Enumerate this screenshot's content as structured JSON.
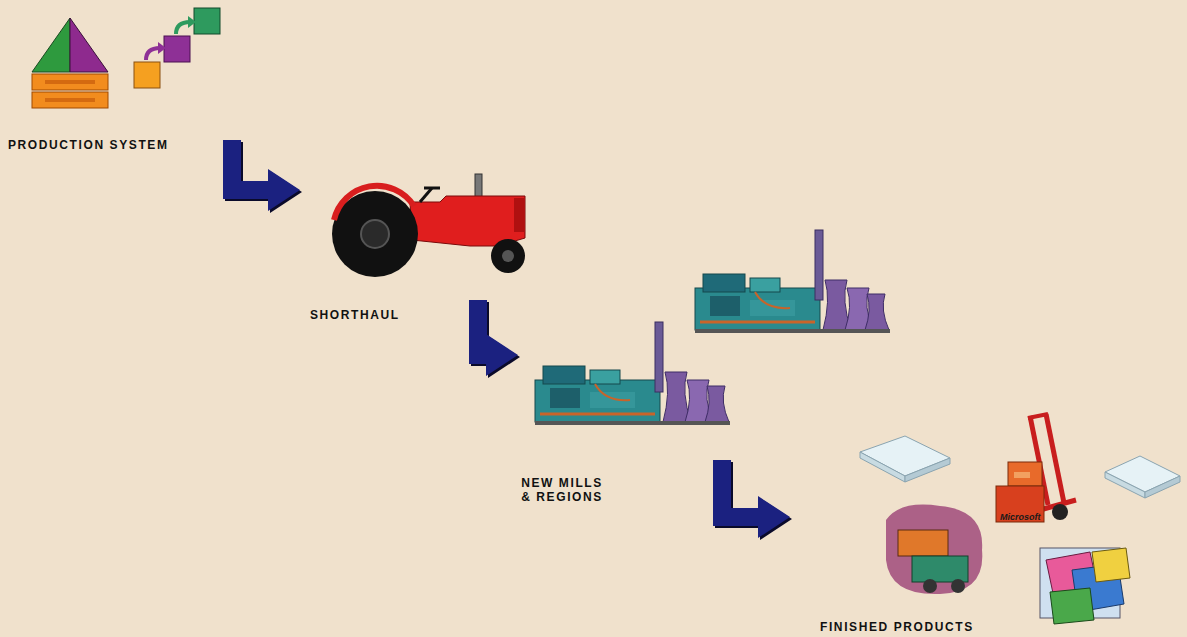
{
  "diagram": {
    "nodes": [
      {
        "text": [
          "PRODUCTION SYSTEM"
        ]
      },
      {
        "text": [
          "SHORTHAUL"
        ]
      },
      {
        "text": [
          "NEW MILLS & REGIONS"
        ]
      },
      {
        "text": [
          "FINISHED PRODUCTS"
        ]
      }
    ],
    "edges": [
      {
        "from": 0,
        "to": 1,
        "arrow": "to"
      },
      {
        "from": 1,
        "to": 2,
        "arrow": "to"
      },
      {
        "from": 2,
        "to": 3,
        "arrow": "to"
      }
    ],
    "labels": [
      "Microsoft"
    ]
  }
}
